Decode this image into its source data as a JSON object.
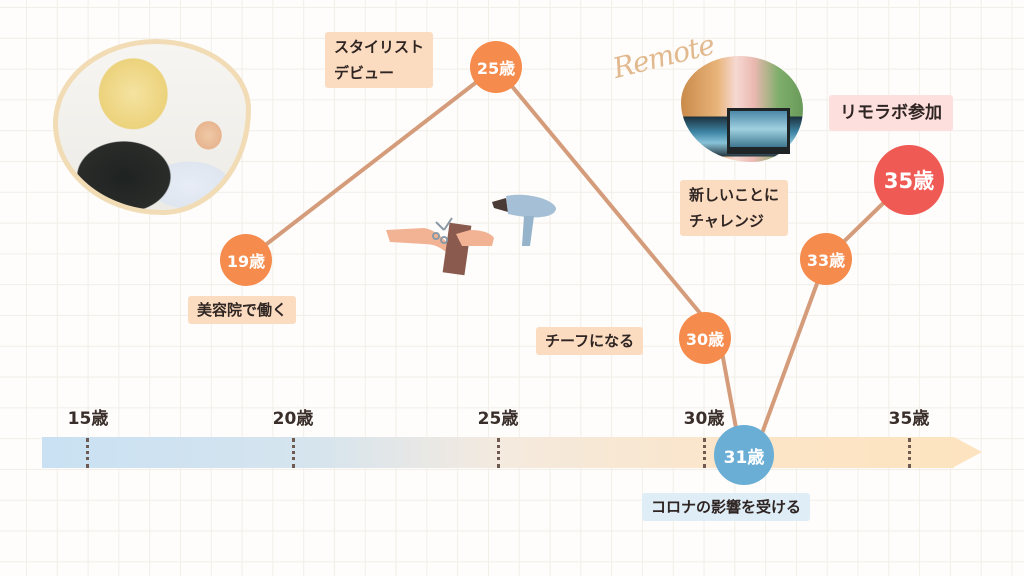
{
  "timeline": {
    "ticks": [
      {
        "label": "15歳",
        "age": 15
      },
      {
        "label": "20歳",
        "age": 20
      },
      {
        "label": "25歳",
        "age": 25
      },
      {
        "label": "30歳",
        "age": 30
      },
      {
        "label": "35歳",
        "age": 35
      }
    ]
  },
  "events": [
    {
      "age_label": "19歳",
      "caption": "美容院で働く",
      "color": "#f58b4c"
    },
    {
      "age_label": "25歳",
      "caption_line1": "スタイリスト",
      "caption_line2": "デビュー",
      "color": "#f58b4c"
    },
    {
      "age_label": "30歳",
      "caption": "チーフになる",
      "color": "#f58b4c"
    },
    {
      "age_label": "31歳",
      "caption": "コロナの影響を受ける",
      "color": "#6aaed6"
    },
    {
      "age_label": "33歳",
      "caption_line1": "新しいことに",
      "caption_line2": "チャレンジ",
      "color": "#f58b4c"
    },
    {
      "age_label": "35歳",
      "caption": "リモラボ参加",
      "color": "#ef5a55"
    }
  ],
  "decorations": {
    "script_text": "Remote",
    "photo_left": "hairdresser-photo",
    "photo_right": "remote-work-laptop-photo",
    "illustration": "hair-cutting-and-dryer"
  },
  "colors": {
    "line": "#d9a07c",
    "label_bg": "#fcdcc0",
    "label_blue_bg": "#dfedf7",
    "label_pink_bg": "#fde0de"
  }
}
